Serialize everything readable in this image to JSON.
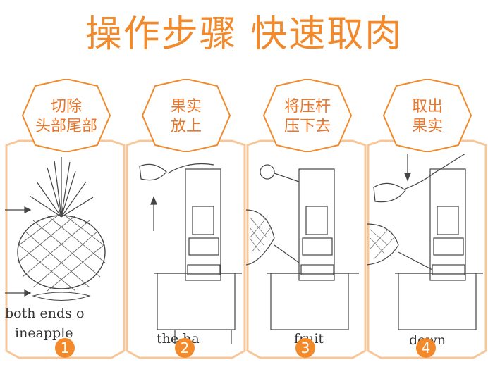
{
  "title": "操作步骤 快速取肉",
  "colors": {
    "accent": "#f08a2c",
    "frame": "#f7c79a",
    "badge_fill": "#ffffff"
  },
  "steps": [
    {
      "label_line1": "切除",
      "label_line2": "头部尾部",
      "number": "1",
      "caption_line1": "both ends o",
      "caption_line2": "ineapple"
    },
    {
      "label_line1": "果实",
      "label_line2": "放上",
      "number": "2",
      "caption_line1": "the ha"
    },
    {
      "label_line1": "将压杆",
      "label_line2": "压下去",
      "number": "3",
      "caption_line1": "fruit"
    },
    {
      "label_line1": "取出",
      "label_line2": "果实",
      "number": "4",
      "caption_line1": "down"
    }
  ]
}
